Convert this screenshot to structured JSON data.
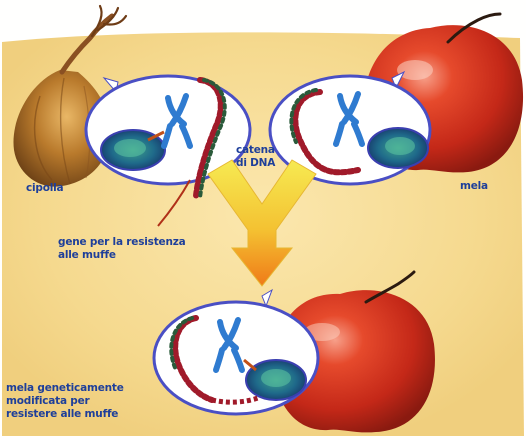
{
  "labels": {
    "onion": "cipolla",
    "dna_chain_line1": "catena",
    "dna_chain_line2": "di DNA",
    "apple": "mela",
    "gene_line1": "gene per la resistenza",
    "gene_line2": "alle muffe",
    "gm_line1": "mela geneticamente",
    "gm_line2": "modificata per",
    "gm_line3": "resistere alle muffe"
  },
  "colors": {
    "background": "#f5d98e",
    "label_text": "#1e3f9a",
    "arrow_yellow": "#f4e13a",
    "arrow_orange": "#f08a1c",
    "apple_red": "#d8321e",
    "onion_brown": "#a9722a",
    "cell_blue": "#4a4fc4",
    "chromosome_blue": "#2f7bd0",
    "dna_red": "#a01a2a",
    "dna_green": "#2a5a3a"
  },
  "icons": [
    "onion-icon",
    "apple-icon",
    "cell-icon",
    "chromosome-icon",
    "dna-strand-icon",
    "arrow-icon"
  ]
}
